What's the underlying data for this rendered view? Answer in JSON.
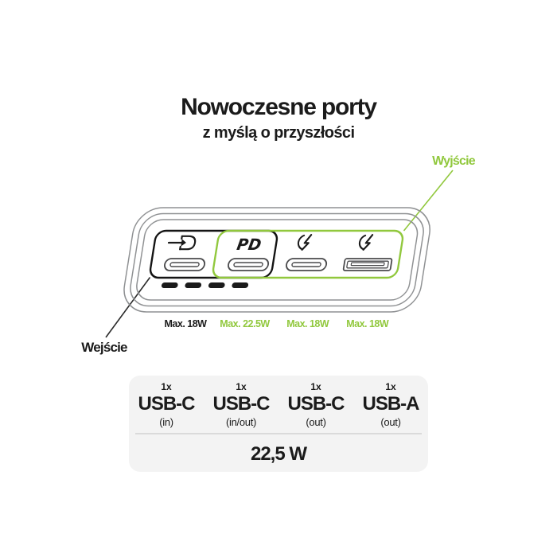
{
  "header": {
    "title": "Nowoczesne porty",
    "subtitle": "z myślą o przyszłości"
  },
  "callouts": {
    "output_label": "Wyjście",
    "input_label": "Wejście"
  },
  "device": {
    "ports": [
      {
        "id": "usb-c-in",
        "connector": "USB-C",
        "icon": "input-arrow-icon",
        "max_label": "Max. 18W"
      },
      {
        "id": "usb-c-in-out",
        "connector": "USB-C",
        "icon": "pd-label",
        "pd_label": "PD",
        "max_label": "Max. 22.5W"
      },
      {
        "id": "usb-c-out",
        "connector": "USB-C",
        "icon": "quick-charge-icon",
        "max_label": "Max. 18W"
      },
      {
        "id": "usb-a-out",
        "connector": "USB-A",
        "icon": "quick-charge-icon",
        "max_label": "Max. 18W"
      }
    ],
    "battery_indicator_dashes": 4
  },
  "spec_card": {
    "columns": [
      {
        "qty": "1x",
        "port": "USB-C",
        "mode": "(in)"
      },
      {
        "qty": "1x",
        "port": "USB-C",
        "mode": "(in/out)"
      },
      {
        "qty": "1x",
        "port": "USB-C",
        "mode": "(out)"
      },
      {
        "qty": "1x",
        "port": "USB-A",
        "mode": "(out)"
      }
    ],
    "total_power": "22,5 W"
  },
  "colors": {
    "accent_green": "#91c83d",
    "ink": "#1b1b1b",
    "shell_gray": "#8f9193",
    "card_bg": "#f3f3f3"
  }
}
